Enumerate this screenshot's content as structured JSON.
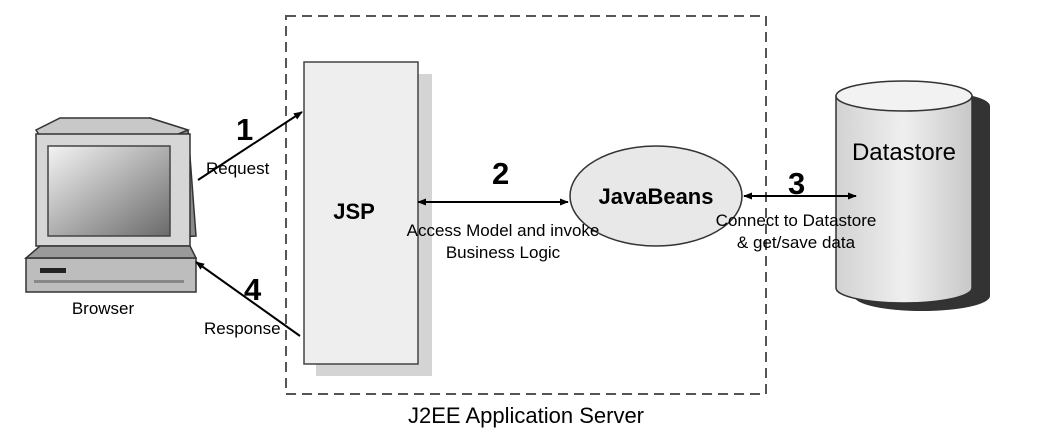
{
  "diagram": {
    "server_label": "J2EE Application Server",
    "browser": {
      "label": "Browser",
      "icon": "computer-icon"
    },
    "jsp": {
      "label": "JSP"
    },
    "javabeans": {
      "label": "JavaBeans"
    },
    "datastore": {
      "label": "Datastore",
      "icon": "database-cylinder-icon"
    },
    "steps": {
      "request": {
        "number": "1",
        "label": "Request"
      },
      "access": {
        "number": "2",
        "line1": "Access Model and invoke",
        "line2": "Business Logic"
      },
      "connect": {
        "number": "3",
        "line1": "Connect to Datastore",
        "line2": "& get/save data"
      },
      "response": {
        "number": "4",
        "label": "Response"
      }
    }
  }
}
